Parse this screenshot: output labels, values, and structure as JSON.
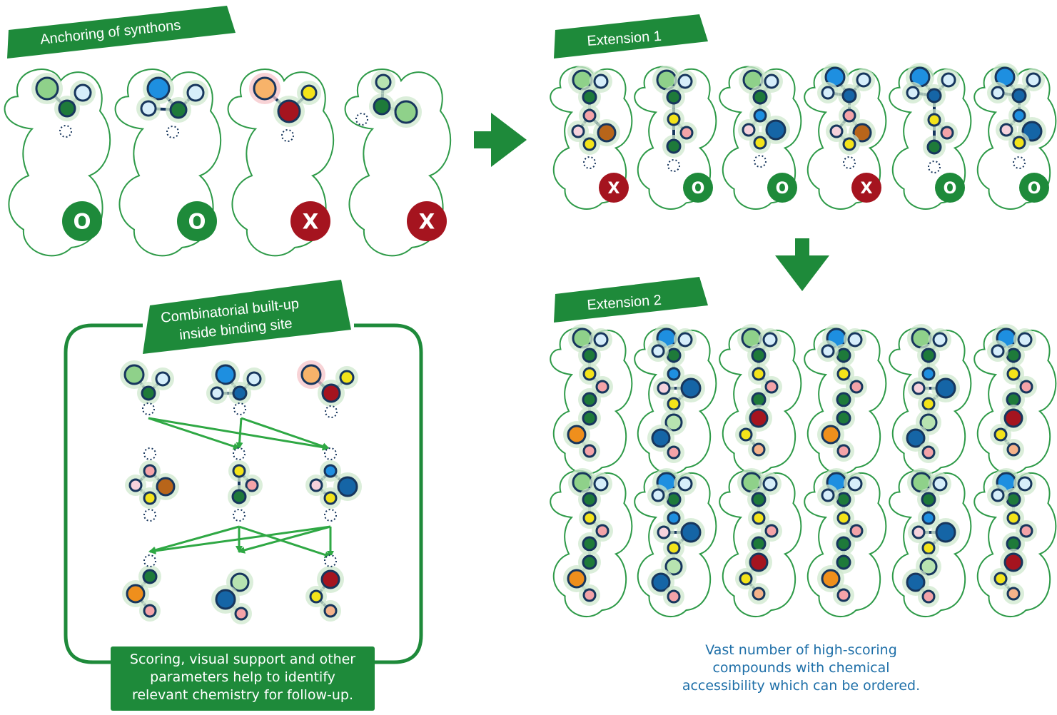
{
  "colors": {
    "brand_green": "#1e8a3a",
    "pocket_outline": "#2e9a48",
    "bond_navy": "#17365d",
    "reject_red": "#a5141f",
    "caption_blue": "#1e6fa8"
  },
  "sections": {
    "anchoring": {
      "title": "Anchoring of synthons",
      "marks": [
        "O",
        "O",
        "X",
        "X"
      ]
    },
    "extension1": {
      "title": "Extension 1",
      "marks": [
        "X",
        "O",
        "O",
        "X",
        "O",
        "O"
      ]
    },
    "extension2": {
      "title": "Extension 2"
    },
    "combinatorial": {
      "title_line1": "Combinatorial built-up",
      "title_line2": "inside binding site"
    }
  },
  "captions": {
    "scoring": {
      "line1": "Scoring, visual support and other",
      "line2": "parameters help to identify",
      "line3": "relevant chemistry for follow-up."
    },
    "vast": {
      "line1": "Vast number of high-scoring",
      "line2": "compounds with chemical",
      "line3": "accessibility which can be ordered."
    }
  }
}
